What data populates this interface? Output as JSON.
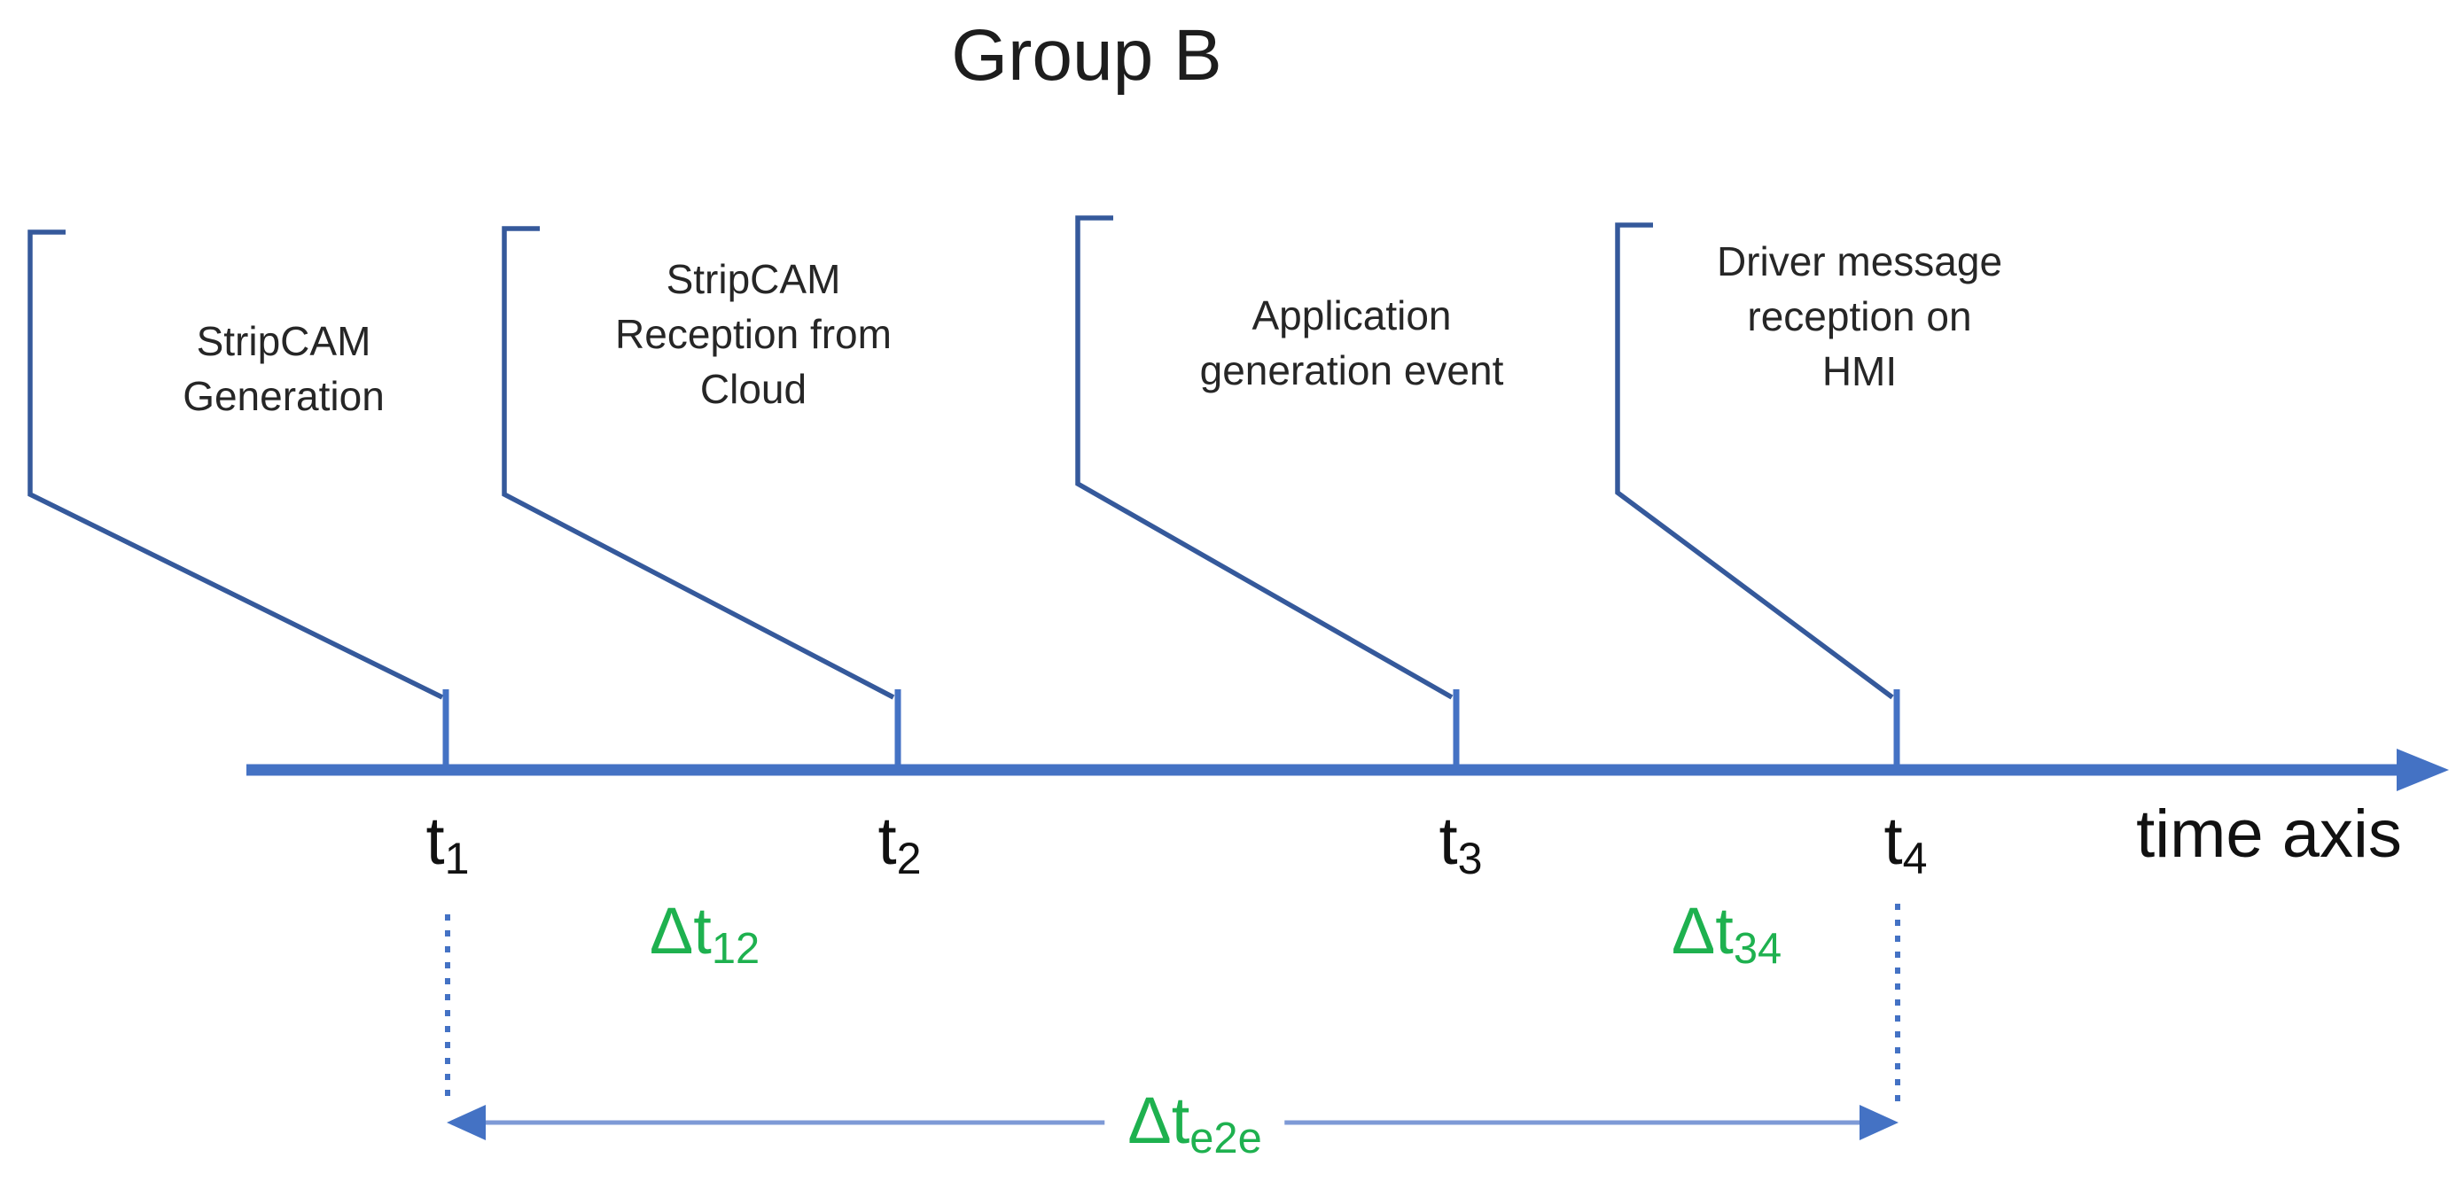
{
  "title": "Group B",
  "axis": {
    "label": "time axis"
  },
  "colors": {
    "bracket": "#35599B",
    "axis": "#4472C4",
    "e2e": "#7E9AD6",
    "green": "#1EB14F",
    "text": "#1D1D1D"
  },
  "events": [
    {
      "callout_lines": [
        "StripCAM",
        "Generation"
      ],
      "time_label": "t",
      "time_sub": "1"
    },
    {
      "callout_lines": [
        "StripCAM",
        "Reception from",
        "Cloud"
      ],
      "time_label": "t",
      "time_sub": "2"
    },
    {
      "callout_lines": [
        "Application",
        "generation event"
      ],
      "time_label": "t",
      "time_sub": "3"
    },
    {
      "callout_lines": [
        "Driver message",
        "reception on",
        "HMI"
      ],
      "time_label": "t",
      "time_sub": "4"
    }
  ],
  "intervals": [
    {
      "prefix": "Δt",
      "sub": "12"
    },
    {
      "prefix": "Δt",
      "sub": "34"
    },
    {
      "prefix": "Δt",
      "sub": "e2e"
    }
  ]
}
